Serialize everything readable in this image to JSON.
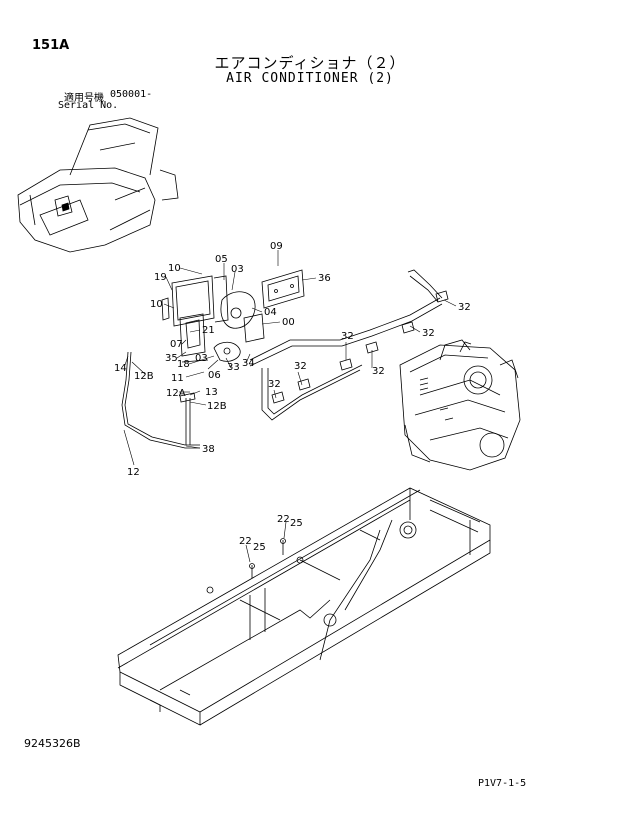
{
  "header": {
    "page_no": "151A",
    "title_jp": "エアコンディショナ（２）",
    "title_en": "AIR CONDITIONER (2)",
    "serial_label_jp": "適用号機",
    "serial_value": "050001-",
    "serial_label_en": "Serial No."
  },
  "callouts": {
    "c09": "09",
    "c36": "36",
    "c05": "05",
    "c03": "03",
    "c19": "19",
    "c10a": "10",
    "c10b": "10",
    "c04": "04",
    "c00": "00",
    "c21": "21",
    "c07": "07",
    "c35": "35",
    "c18": "18",
    "c03b": "03",
    "c33": "33",
    "c34": "34",
    "c06": "06",
    "c11": "11",
    "c14": "14",
    "c12B": "12B",
    "c12A": "12A",
    "c13": "13",
    "c12B2": "12B",
    "c38": "38",
    "c12": "12",
    "c32a": "32",
    "c32b": "32",
    "c32c": "32",
    "c32d": "32",
    "c32e": "32",
    "c32f": "32",
    "c22a": "22",
    "c25a": "25",
    "c22b": "22",
    "c25b": "25"
  },
  "footer": {
    "doc_no": "9245326B",
    "figure_no": "P1V7-1-5"
  }
}
